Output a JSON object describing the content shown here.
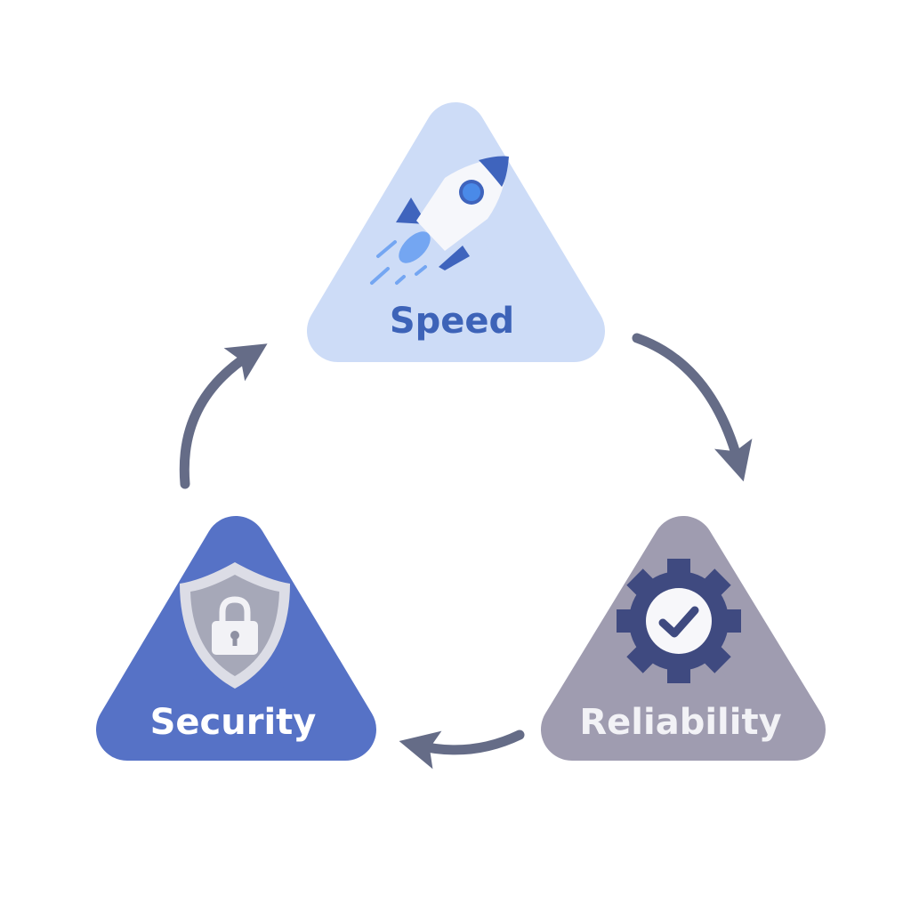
{
  "nodes": [
    {
      "id": "speed",
      "label": "Speed",
      "icon": "rocket-icon",
      "fill": "#cddcf7",
      "text_color": "#3d63b8"
    },
    {
      "id": "reliability",
      "label": "Reliability",
      "icon": "gear-check-icon",
      "fill": "#9f9cb0",
      "text_color": "#f2f2f6"
    },
    {
      "id": "security",
      "label": "Security",
      "icon": "shield-lock-icon",
      "fill": "#5672c6",
      "text_color": "#ffffff"
    }
  ],
  "edges": [
    {
      "from": "speed",
      "to": "reliability"
    },
    {
      "from": "reliability",
      "to": "security"
    },
    {
      "from": "security",
      "to": "speed"
    }
  ],
  "colors": {
    "arrow": "#656c87",
    "gear": "#3f4a80",
    "rocket_dark": "#3f64bd",
    "rocket_light": "#74a6f2"
  }
}
